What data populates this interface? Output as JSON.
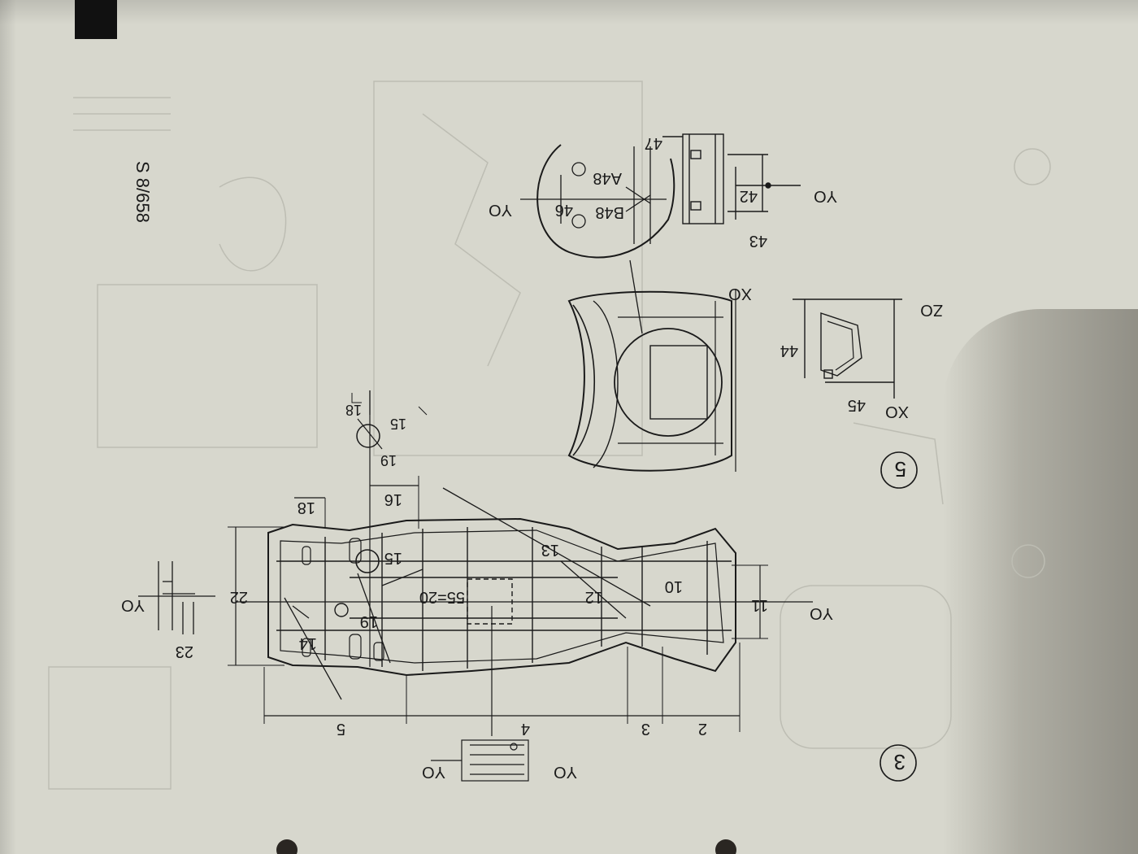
{
  "page_code": "S 8/658",
  "views": {
    "underbody": {
      "number": "3"
    },
    "rear": {
      "number": "5"
    }
  },
  "underbody_labels": {
    "dim_2": "2",
    "dim_3": "3",
    "dim_4": "4",
    "dim_5": "5",
    "dim_10": "10",
    "dim_11": "11",
    "dim_12": "12",
    "dim_13": "13",
    "dim_14": "14",
    "dim_15": "15",
    "dim_16": "16",
    "dim_18": "18",
    "dim_19": "19",
    "dim_20": "55=20",
    "dim_22": "22",
    "dim_23": "23",
    "detail_15": "15",
    "detail_18": "18",
    "detail_19": "19",
    "yo_main": "YO",
    "yo_detail": "YO",
    "yo_inset_a": "YO",
    "yo_inset_b": "YO"
  },
  "rear_labels": {
    "xo_body": "XO",
    "zo": "ZO",
    "xo_side": "XO",
    "dim_44": "44",
    "dim_45": "45",
    "a48": "A48",
    "b48": "B48",
    "dim_46": "46",
    "yo_circle": "YO",
    "dim_47": "47",
    "dim_42": "42",
    "dim_43": "43",
    "yo_section": "YO"
  },
  "colors": {
    "paper": "#d7d7cd",
    "ink": "#1a1a1a",
    "ghost": "#b9b9b0"
  }
}
